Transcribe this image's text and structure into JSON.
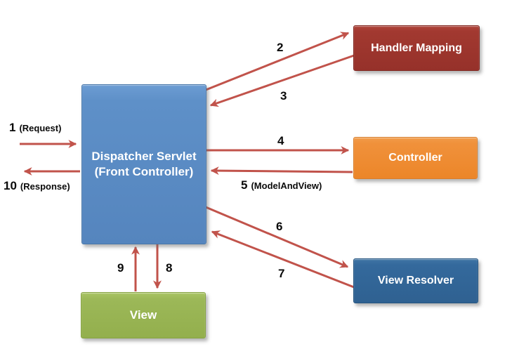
{
  "diagram": {
    "background_color": "#ffffff",
    "arrow_color": "#C1534B",
    "nodes": {
      "dispatcher": {
        "line1": "Dispatcher Servlet",
        "line2": "(Front Controller)",
        "color": "#5E90C8"
      },
      "handler_mapping": {
        "label": "Handler Mapping",
        "color": "#A23930"
      },
      "controller": {
        "label": "Controller",
        "color": "#F0913B"
      },
      "view_resolver": {
        "label": "View Resolver",
        "color": "#34699C"
      },
      "view": {
        "label": "View",
        "color": "#9CB858"
      }
    },
    "steps": {
      "s1": {
        "number": "1",
        "note": "(Request)"
      },
      "s2": {
        "number": "2"
      },
      "s3": {
        "number": "3"
      },
      "s4": {
        "number": "4"
      },
      "s5": {
        "number": "5",
        "note": "(ModelAndView)"
      },
      "s6": {
        "number": "6"
      },
      "s7": {
        "number": "7"
      },
      "s8": {
        "number": "8"
      },
      "s9": {
        "number": "9"
      },
      "s10": {
        "number": "10",
        "note": "(Response)"
      }
    }
  }
}
